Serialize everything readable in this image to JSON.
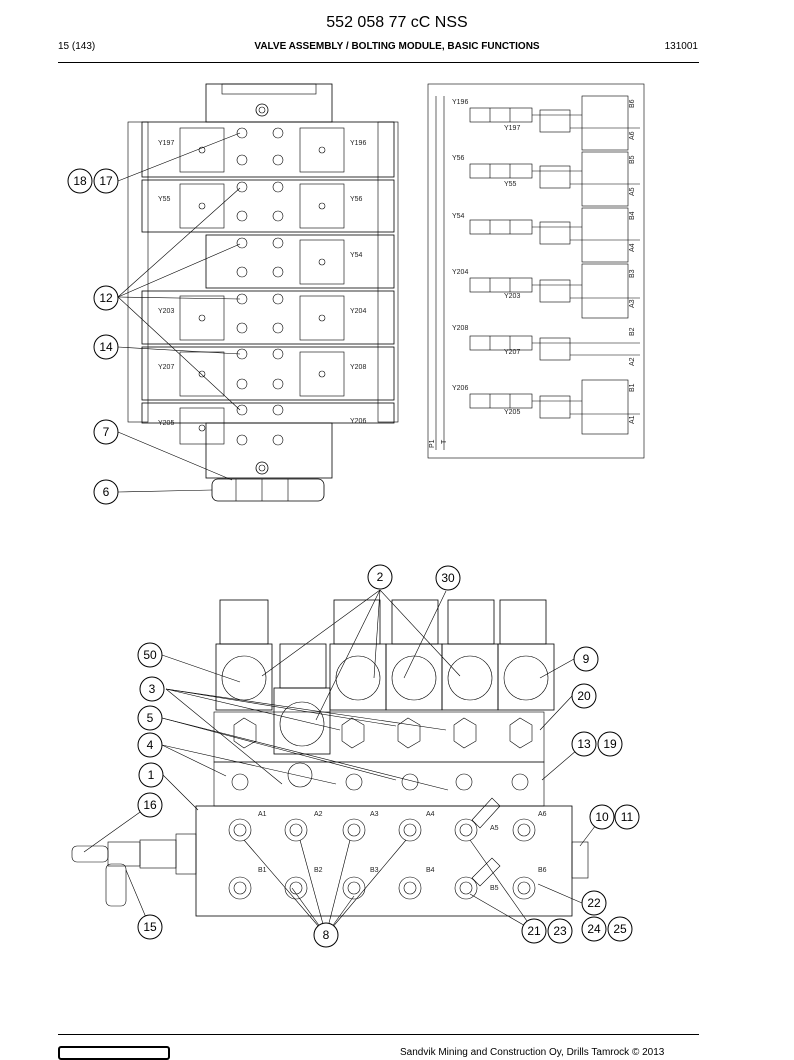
{
  "header": {
    "doc_title": "552 058 77 cC NSS",
    "page_ref": "15 (143)",
    "section_title": "VALVE ASSEMBLY / BOLTING MODULE, BASIC FUNCTIONS",
    "doc_code": "131001"
  },
  "footer": {
    "copyright": "Sandvik Mining and Construction Oy, Drills Tamrock © 2013"
  },
  "top_view": {
    "valve_labels": [
      "Y197",
      "Y196",
      "Y55",
      "Y56",
      "Y54",
      "Y203",
      "Y204",
      "Y207",
      "Y208",
      "Y205",
      "Y206"
    ]
  },
  "schematic": {
    "valve_labels": [
      "Y196",
      "Y197",
      "Y56",
      "Y55",
      "Y54",
      "Y204",
      "Y203",
      "Y208",
      "Y207",
      "Y206",
      "Y205"
    ],
    "port_labels": [
      "B6",
      "A6",
      "B5",
      "A5",
      "B4",
      "A4",
      "B3",
      "A3",
      "B2",
      "A2",
      "B1",
      "A1"
    ],
    "bottom_labels": [
      "P1",
      "T"
    ]
  },
  "front_view": {
    "port_labels": [
      "A1",
      "A2",
      "A3",
      "A4",
      "A5",
      "A6",
      "B1",
      "B2",
      "B3",
      "B4",
      "B5",
      "B6"
    ]
  },
  "callouts": {
    "c18": "18",
    "c17": "17",
    "c12": "12",
    "c14": "14",
    "c7": "7",
    "c6": "6",
    "c2": "2",
    "c30": "30",
    "c50": "50",
    "c9": "9",
    "c3": "3",
    "c20": "20",
    "c5": "5",
    "c13": "13",
    "c19": "19",
    "c4": "4",
    "c1": "1",
    "c16": "16",
    "c10": "10",
    "c11": "11",
    "c22": "22",
    "c15": "15",
    "c8": "8",
    "c21": "21",
    "c23": "23",
    "c24": "24",
    "c25": "25"
  }
}
